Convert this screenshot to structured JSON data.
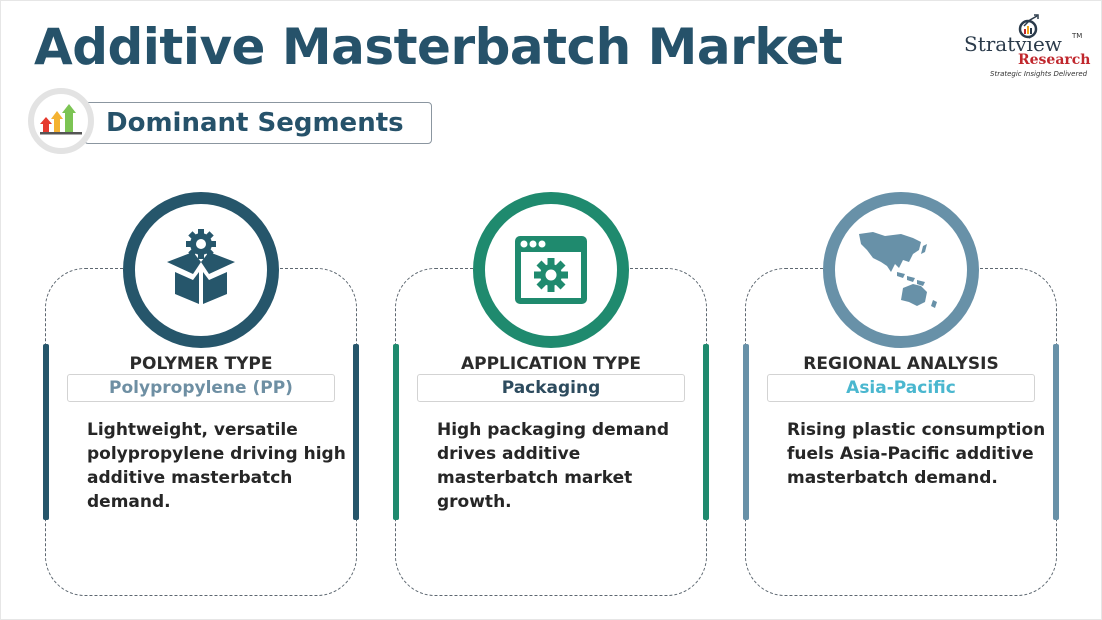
{
  "header": {
    "title": "Additive Masterbatch Market",
    "section_label": "Dominant Segments",
    "section_icon": "rising-arrows-icon"
  },
  "logo": {
    "name": "Stratview",
    "trademark": "TM",
    "sub": "Research",
    "tagline": "Strategic Insights Delivered"
  },
  "colors": {
    "title": "#26526a",
    "card1_accent": "#26566b",
    "card2_accent": "#1f8a6e",
    "card3_accent": "#6891a8",
    "value1": "#6e8fa3",
    "value2": "#2d4b5e",
    "value3": "#4ab7cf"
  },
  "segments": [
    {
      "icon": "box-gear-icon",
      "heading": "POLYMER TYPE",
      "value": "Polypropylene (PP)",
      "description": "Lightweight, versatile polypropylene driving high additive masterbatch demand."
    },
    {
      "icon": "browser-gear-icon",
      "heading": "APPLICATION TYPE",
      "value": "Packaging",
      "description": "High packaging demand drives additive masterbatch market growth."
    },
    {
      "icon": "asia-pacific-map-icon",
      "heading": "REGIONAL ANALYSIS",
      "value": "Asia-Pacific",
      "description": "Rising plastic consumption fuels Asia-Pacific additive masterbatch demand."
    }
  ]
}
